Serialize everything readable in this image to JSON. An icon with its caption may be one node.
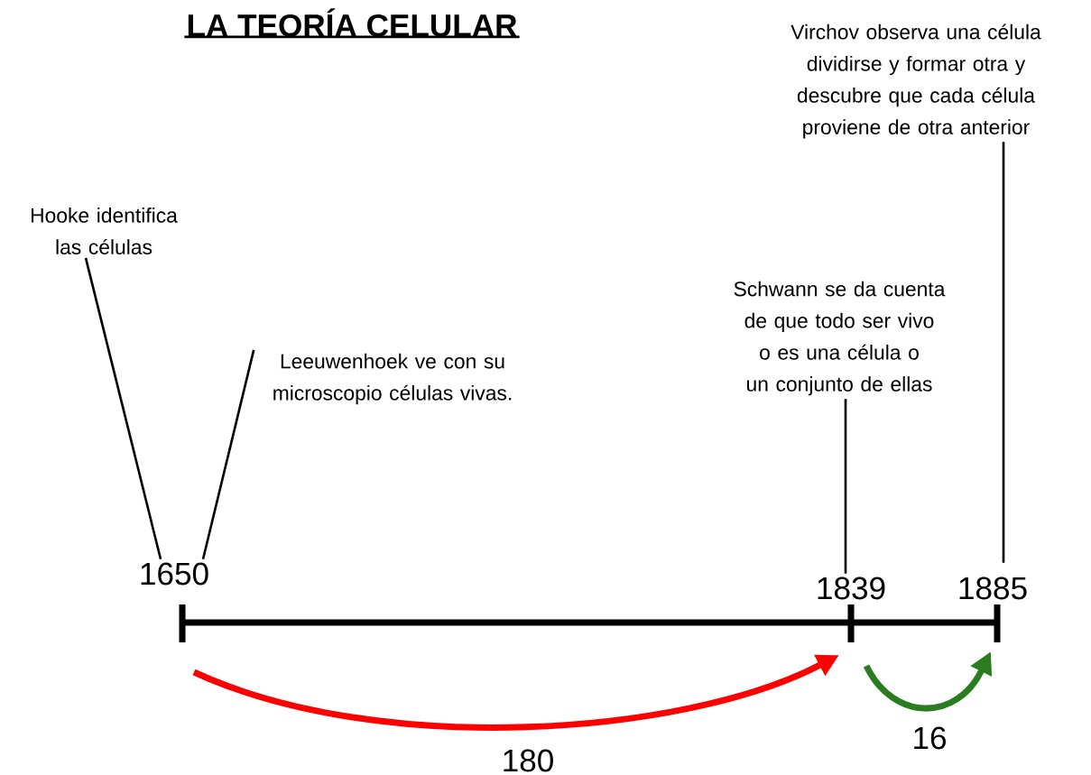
{
  "diagram": {
    "title": "LA TEORÍA CELULAR",
    "nodes": [
      {
        "text": [
          "Hooke identifica las células"
        ]
      },
      {
        "text": [
          "Leeuwenhoek ve con su microscopio células vivas."
        ]
      },
      {
        "text": [
          "Schwann se da cuenta de que todo ser vivo o es una célula o un conjunto de ellas"
        ]
      },
      {
        "text": [
          "Virchov observa una célula dividirse y formar otra y descubre que cada célula proviene de otra anterior"
        ]
      },
      {
        "text": [
          "1650"
        ]
      },
      {
        "text": [
          "1839"
        ]
      },
      {
        "text": [
          "1885"
        ]
      }
    ],
    "edges": [
      {
        "from": 0,
        "to": 4,
        "arrow": "none"
      },
      {
        "from": 1,
        "to": 4,
        "arrow": "none"
      },
      {
        "from": 2,
        "to": 5,
        "arrow": "none"
      },
      {
        "from": 3,
        "to": 6,
        "arrow": "none"
      }
    ],
    "labels": [
      "180",
      "16"
    ]
  }
}
